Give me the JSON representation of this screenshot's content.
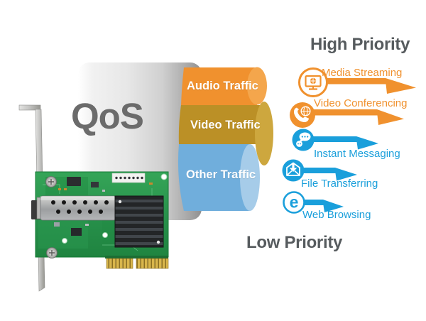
{
  "title": "QoS",
  "priority": {
    "high": "High Priority",
    "low": "Low Priority"
  },
  "pipes": [
    {
      "label": "Audio Traffic",
      "color": "#F0912E",
      "cap_color": "#F4A64C",
      "rank": "high"
    },
    {
      "label": "Video Traffic",
      "color": "#BB9026",
      "cap_color": "#CDA73E",
      "rank": "medium"
    },
    {
      "label": "Other Traffic",
      "color": "#70AEDC",
      "cap_color": "#A6CCE9",
      "rank": "low"
    }
  ],
  "flows": [
    {
      "label": "Media Streaming",
      "icon": "media-streaming-icon",
      "color": "#F0912E",
      "priority": "high"
    },
    {
      "label": "Video Conferencing",
      "icon": "video-conferencing-icon",
      "color": "#F0912E",
      "priority": "high"
    },
    {
      "label": "Instant Messaging",
      "icon": "instant-messaging-icon",
      "color": "#1A9FDB",
      "priority": "low"
    },
    {
      "label": "File Transferring",
      "icon": "file-transferring-icon",
      "color": "#1A9FDB",
      "priority": "low"
    },
    {
      "label": "Web Browsing",
      "icon": "web-browsing-icon",
      "color": "#1A9FDB",
      "priority": "low",
      "glyph": "e"
    }
  ],
  "colors": {
    "arrow_orange": "#F0912E",
    "arrow_blue": "#1A9FDB",
    "heading_gray": "#565B5E",
    "qos_text_gray": "#6B6B6B",
    "panel_gray_edge": "#8F8F8F",
    "pcb_green": "#2E9B51",
    "heatsink_black": "#232527",
    "bracket_silver": "#C6C6C4",
    "connector_gold": "#D9B64B"
  }
}
